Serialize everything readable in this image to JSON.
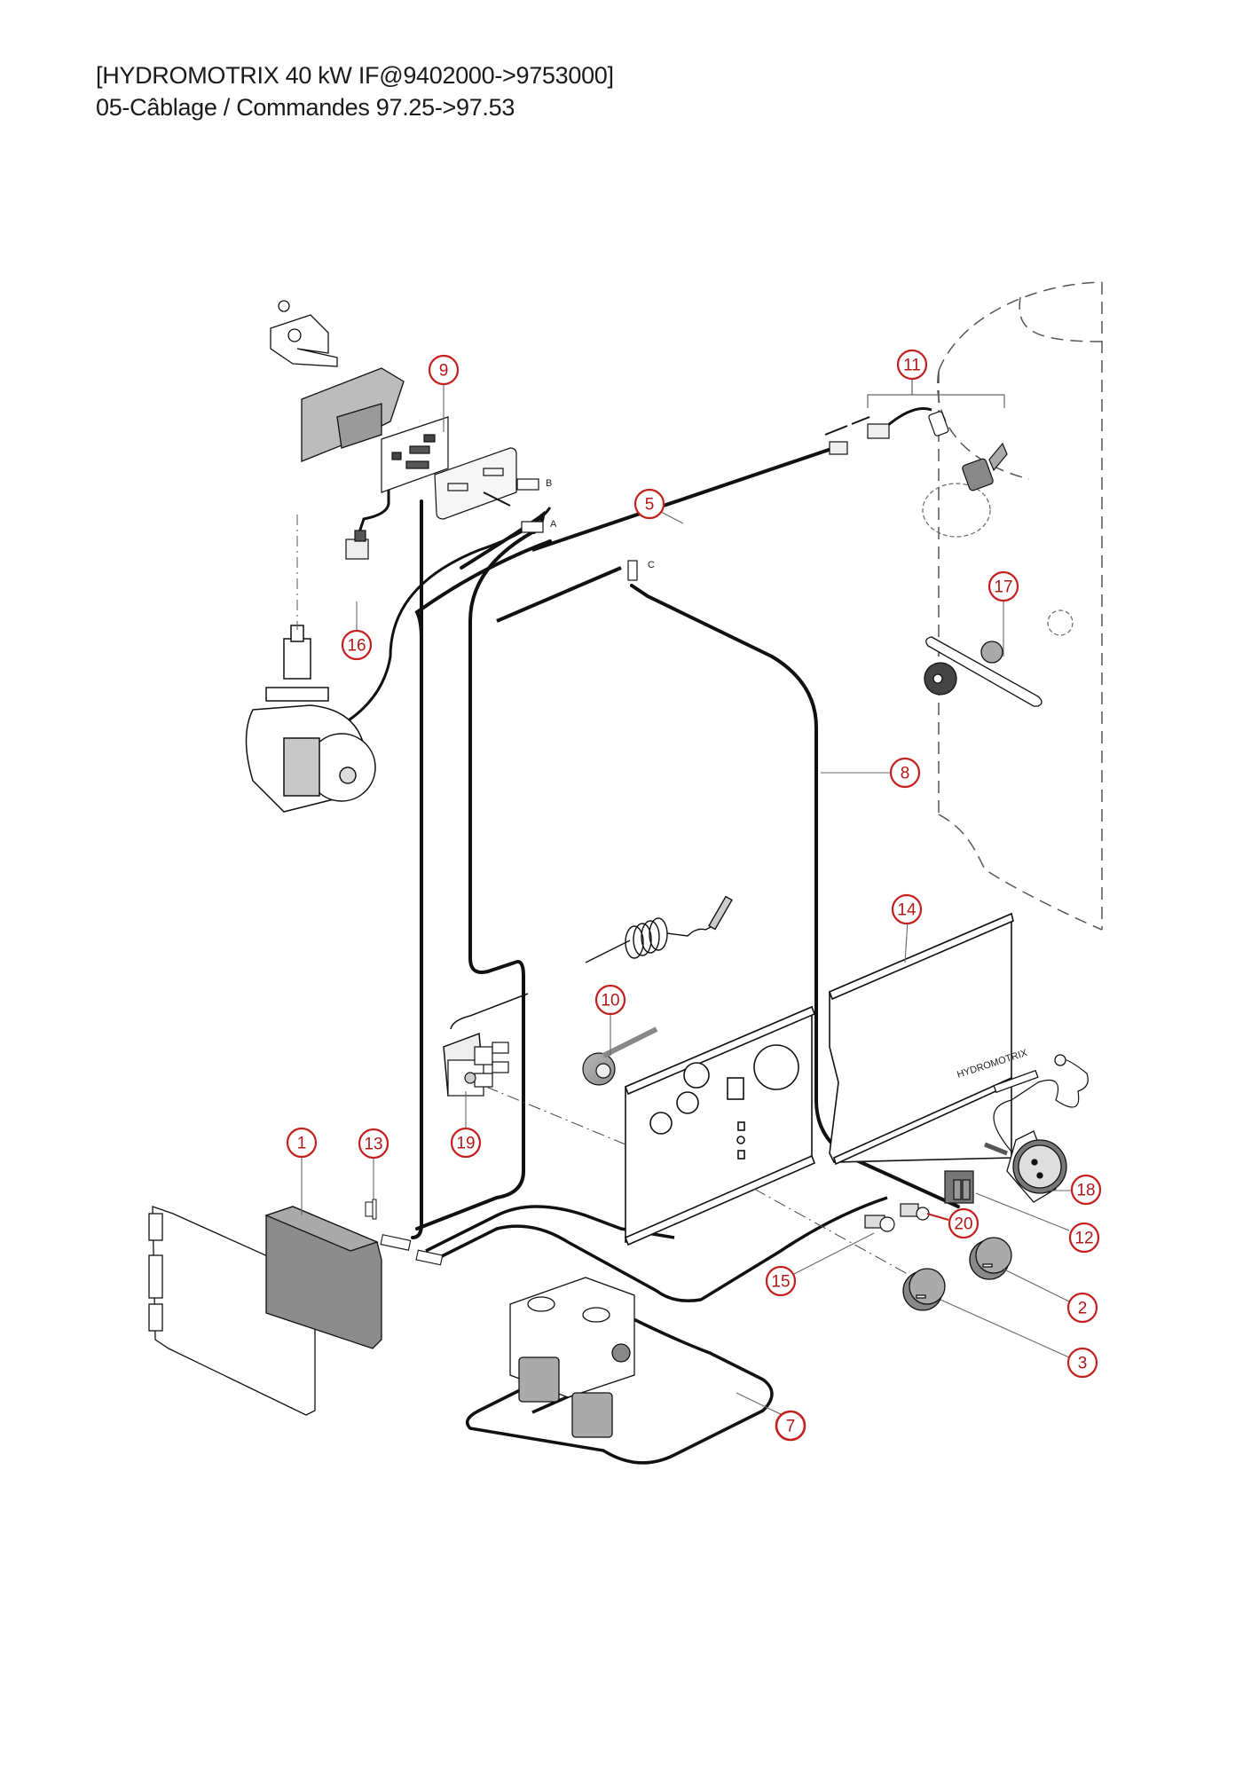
{
  "header": {
    "model_line": "[HYDROMOTRIX 40 kW IF@9402000->9753000]",
    "section_line": "05-Câblage / Commandes 97.25->97.53"
  },
  "colors": {
    "callout": "#c41e1e",
    "line": "#111111",
    "part_fill_dark": "#8a8a8a",
    "part_fill_light": "#d0d0d0",
    "hidden_outline": "#555555"
  },
  "connector_labels": {
    "a": "A",
    "b": "B",
    "c": "C"
  },
  "panel_brand": "HYDROMOTRIX",
  "callouts": [
    {
      "id": "1",
      "part": "control-box"
    },
    {
      "id": "2",
      "part": "knob"
    },
    {
      "id": "3",
      "part": "knob"
    },
    {
      "id": "5",
      "part": "sensor-cable"
    },
    {
      "id": "7",
      "part": "gas-valve-cable"
    },
    {
      "id": "8",
      "part": "main-harness"
    },
    {
      "id": "9",
      "part": "display-board"
    },
    {
      "id": "10",
      "part": "thermostat"
    },
    {
      "id": "11",
      "part": "tank-sensor-kit"
    },
    {
      "id": "12",
      "part": "rocker-switch"
    },
    {
      "id": "13",
      "part": "micro-switch"
    },
    {
      "id": "14",
      "part": "front-panel"
    },
    {
      "id": "15",
      "part": "indicator-lamp"
    },
    {
      "id": "16",
      "part": "pump-connector"
    },
    {
      "id": "17",
      "part": "safety-thermostat"
    },
    {
      "id": "18",
      "part": "pressure-gauge"
    },
    {
      "id": "19",
      "part": "thermostat-switch"
    },
    {
      "id": "20",
      "part": "indicator-lamp"
    }
  ]
}
